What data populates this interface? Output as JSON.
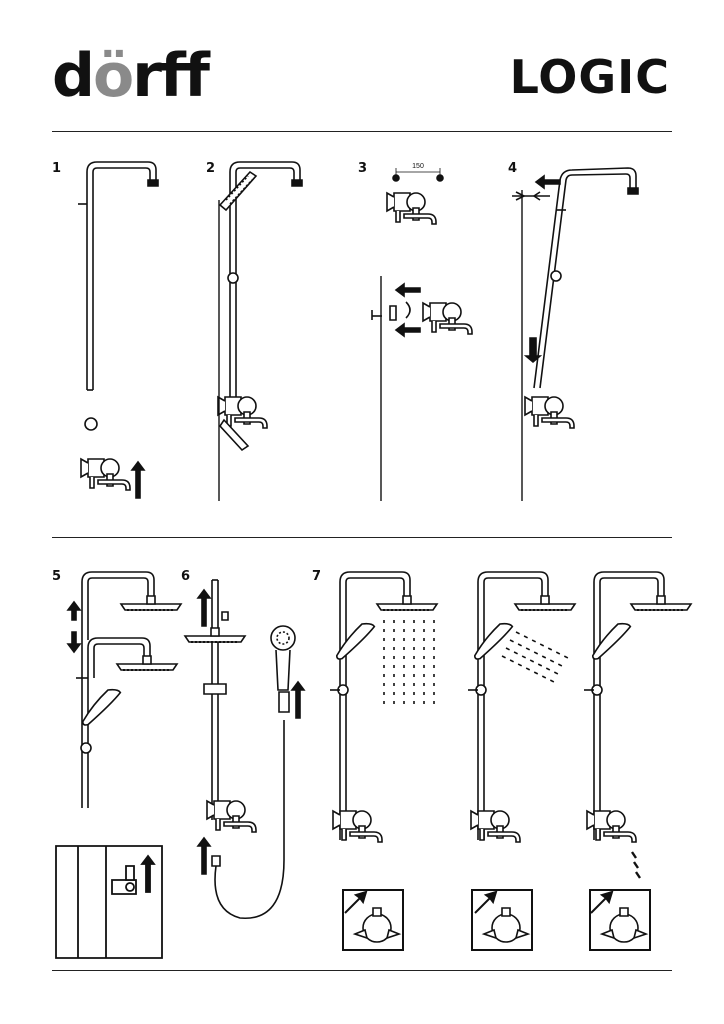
{
  "header": {
    "brand_prefix": "d",
    "brand_o": "o",
    "brand_suffix": "rff",
    "model": "LOGIC"
  },
  "steps": [
    "1",
    "2",
    "3",
    "4",
    "5",
    "6",
    "7"
  ],
  "step3": {
    "dimension": "150"
  },
  "colors": {
    "ink": "#111111",
    "brand_o": "#8a8a8a",
    "background": "#ffffff"
  }
}
